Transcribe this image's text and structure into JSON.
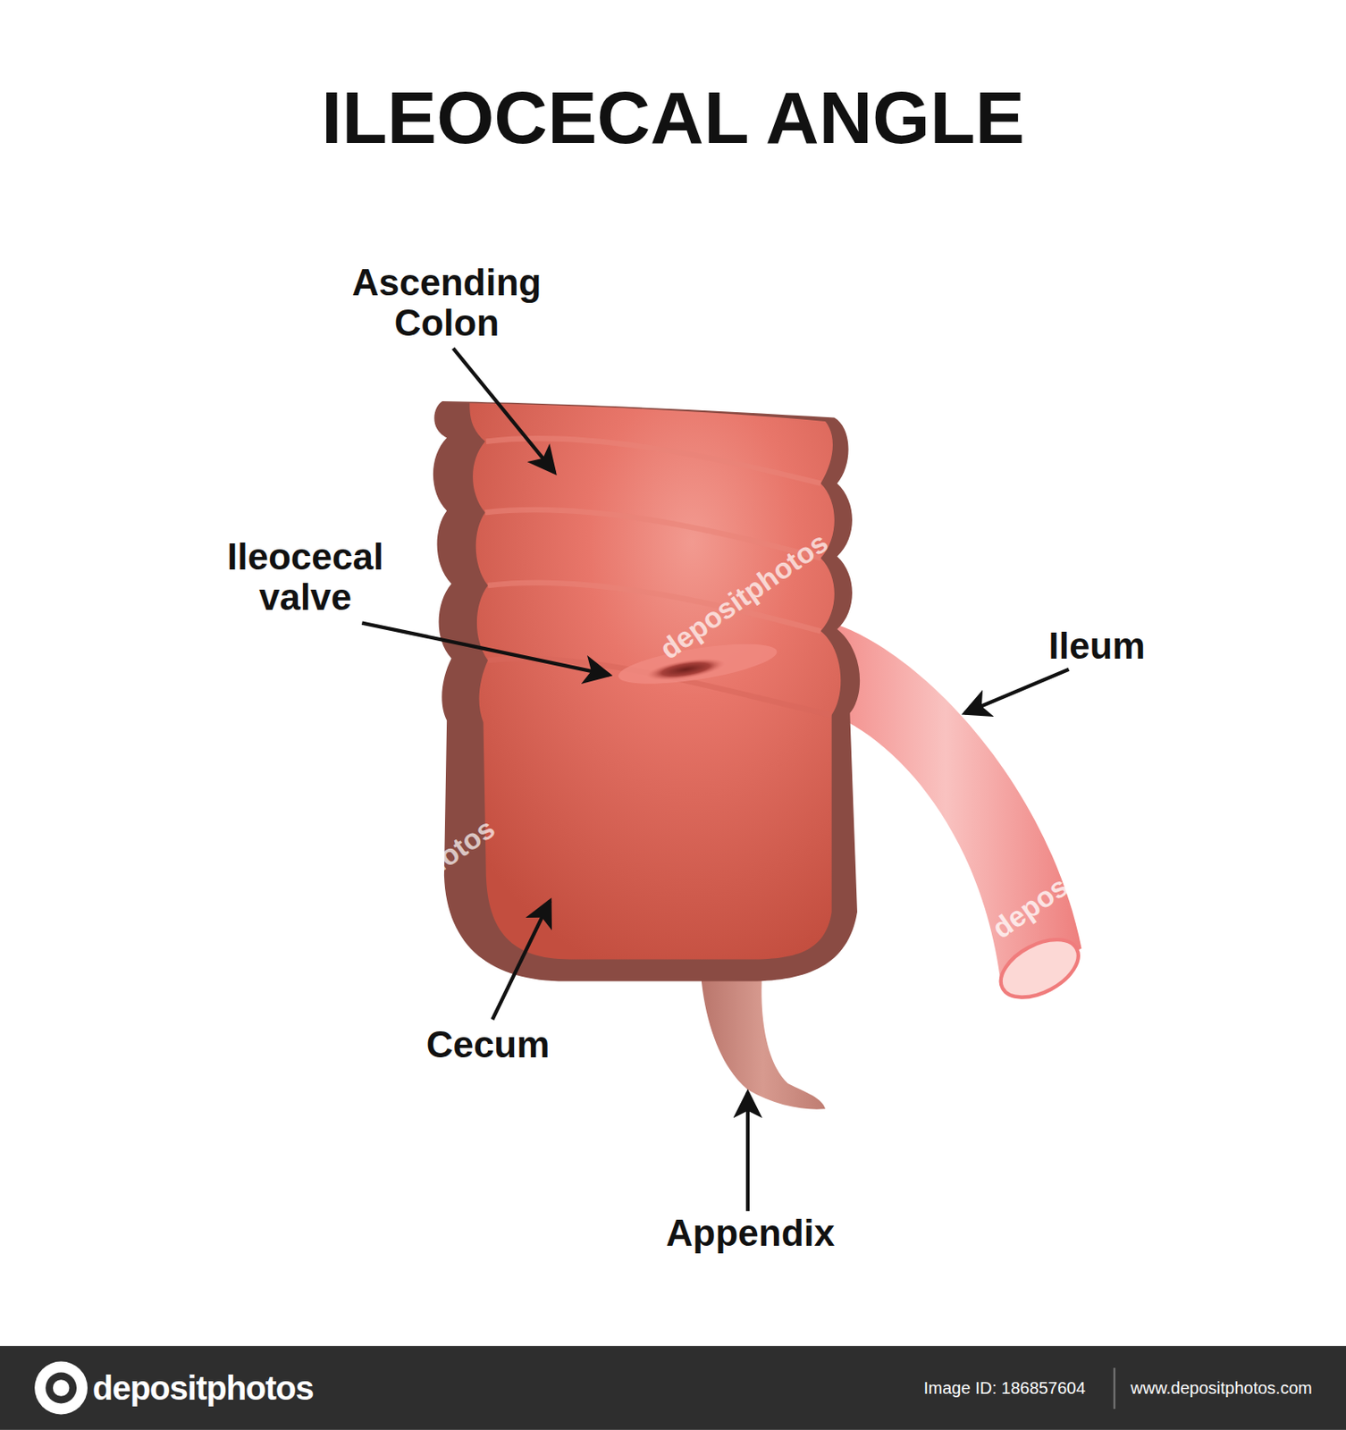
{
  "diagram": {
    "title": "ILEOCECAL ANGLE",
    "labels": [
      "Ascending Colon",
      "Ileocecal valve",
      "Ileum",
      "Cecum",
      "Appendix",
      "depositphotos",
      "depositphotos",
      "depositphotos",
      "depositphotos",
      "Image ID: 186857604",
      "www.depositphotos.com"
    ]
  }
}
